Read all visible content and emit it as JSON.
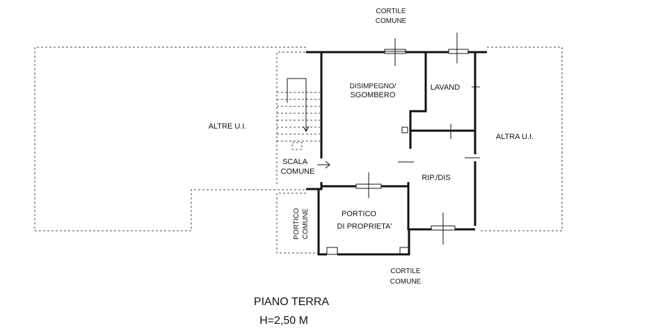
{
  "labels": {
    "cortile_top_1": "CORTILE",
    "cortile_top_2": "COMUNE",
    "disimpegno_1": "DISIMPEGNO/",
    "disimpegno_2": "SGOMBERO",
    "lavand": "LAVAND",
    "altre_ui": "ALTRE U.I.",
    "altra_ui": "ALTRA U.I.",
    "scala_1": "SCALA",
    "scala_2": "COMUNE",
    "rip_dis": "RIP./DIS",
    "portico_prop_1": "PORTICO",
    "portico_prop_2": "DI PROPRIETA'",
    "portico_comune_1": "PORTICO",
    "portico_comune_2": "COMUNE",
    "cortile_bottom_1": "CORTILE",
    "cortile_bottom_2": "COMUNE",
    "piano": "PIANO TERRA",
    "altezza": "H=2,50 M"
  }
}
